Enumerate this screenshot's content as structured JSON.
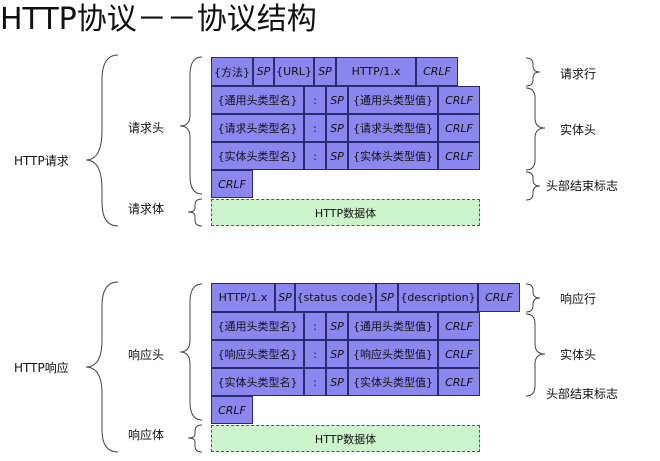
{
  "title": "HTTP协议－－协议结构",
  "request": {
    "group_label": "HTTP请求",
    "header_label": "请求头",
    "body_label": "请求体",
    "line": [
      "{方法}",
      "SP",
      "{URL}",
      "SP",
      "HTTP/1.x",
      "CRLF"
    ],
    "headers": [
      [
        "{通用头类型名}",
        ":",
        "SP",
        "{通用头类型值}",
        "CRLF"
      ],
      [
        "{请求头类型名}",
        ":",
        "SP",
        "{请求头类型值}",
        "CRLF"
      ],
      [
        "{实体头类型名}",
        ":",
        "SP",
        "{实体头类型值}",
        "CRLF"
      ]
    ],
    "end_crlf": "CRLF",
    "body": "HTTP数据体",
    "right_labels": {
      "line": "请求行",
      "headers": "实体头",
      "end": "头部结束标志"
    }
  },
  "response": {
    "group_label": "HTTP响应",
    "header_label": "响应头",
    "body_label": "响应体",
    "line": [
      "HTTP/1.x",
      "SP",
      "{status code}",
      "SP",
      "{description}",
      "CRLF"
    ],
    "headers": [
      [
        "{通用头类型名}",
        ":",
        "SP",
        "{通用头类型值}",
        "CRLF"
      ],
      [
        "{响应头类型名}",
        ":",
        "SP",
        "{响应头类型值}",
        "CRLF"
      ],
      [
        "{实体头类型名}",
        ":",
        "SP",
        "{实体头类型值}",
        "CRLF"
      ]
    ],
    "end_crlf": "CRLF",
    "body": "HTTP数据体",
    "right_labels": {
      "line": "响应行",
      "headers": "实体头",
      "end": "头部结束标志"
    }
  },
  "colors": {
    "cell_fill": "#8b87ee",
    "cell_border": "#2b2b73",
    "body_fill": "#ccf5cc"
  }
}
